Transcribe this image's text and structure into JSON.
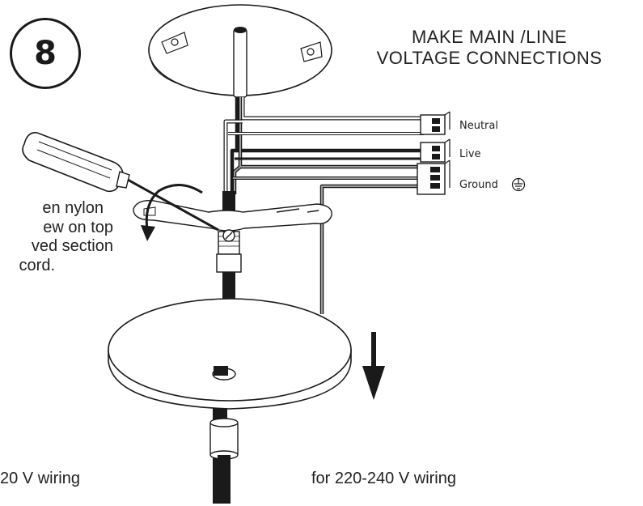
{
  "step_number": "8",
  "title_lines": [
    "MAKE MAIN /LINE",
    "VOLTAGE CONNECTIONS"
  ],
  "wire_labels": {
    "neutral": "Neutral",
    "live": "Live",
    "ground": "Ground"
  },
  "note_lines": [
    "en nylon",
    "ew on top",
    "ved section",
    "cord."
  ],
  "captions": {
    "left": "20 V wiring",
    "right": "for 220-240 V wiring"
  },
  "colors": {
    "ink": "#1a1a1a",
    "paper": "#ffffff"
  }
}
